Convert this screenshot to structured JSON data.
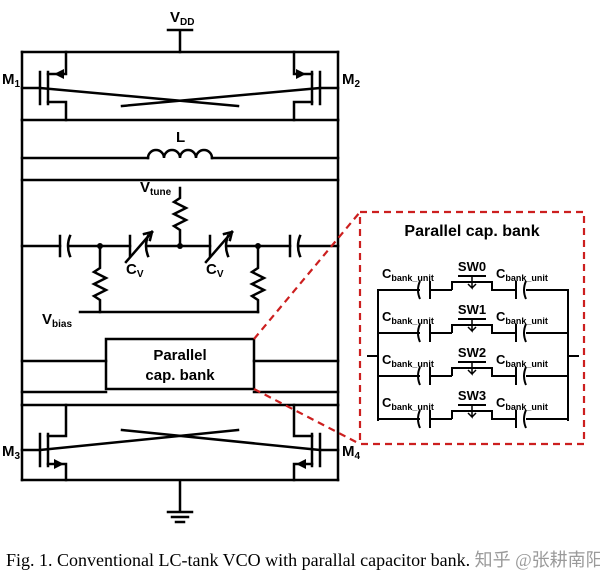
{
  "labels": {
    "vdd_main": "V",
    "vdd_sub": "DD",
    "m1_main": "M",
    "m1_sub": "1",
    "m2_main": "M",
    "m2_sub": "2",
    "m3_main": "M",
    "m3_sub": "3",
    "m4_main": "M",
    "m4_sub": "4",
    "inductor": "L",
    "vtune_main": "V",
    "vtune_sub": "tune",
    "cv1_main": "C",
    "cv1_sub": "V",
    "cv2_main": "C",
    "cv2_sub": "V",
    "vbias_main": "V",
    "vbias_sub": "bias",
    "bank_box_line1": "Parallel",
    "bank_box_line2": "cap. bank",
    "bank_detail_title": "Parallel cap. bank"
  },
  "cap_bank": {
    "cap_main": "C",
    "cap_sub": "bank_unit",
    "switches": [
      "SW0",
      "SW1",
      "SW2",
      "SW3"
    ]
  },
  "caption": {
    "text": "Fig. 1.   Conventional LC-tank VCO with parallal capacitor bank.",
    "watermark": "知乎 @张耕南阳"
  },
  "colors": {
    "wire": "#000000",
    "dashed_highlight": "#cc1f1f"
  }
}
